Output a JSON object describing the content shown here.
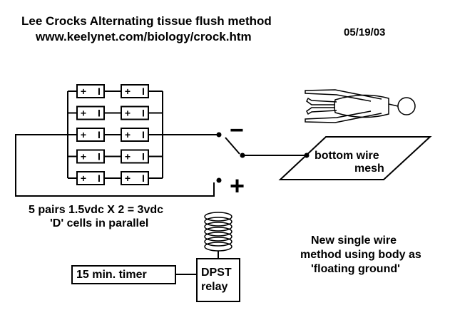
{
  "title": "Lee Crocks Alternating tissue flush method",
  "url": "www.keelynet.com/biology/crock.htm",
  "date": "05/19/03",
  "cells_line1": "5 pairs 1.5vdc X 2 = 3vdc",
  "cells_line2": "'D' cells in parallel",
  "method_line1": "New single wire",
  "method_line2": "method using body as",
  "method_line3": "'floating ground'",
  "timer_label": "15 min. timer",
  "relay_line1": "DPST",
  "relay_line2": "relay",
  "mesh_line1": "bottom wire",
  "mesh_line2": "mesh",
  "minus_sign": "−",
  "plus_sign": "+",
  "cell_plus": "+",
  "cell_minus": "I",
  "battery_pairs": 5
}
